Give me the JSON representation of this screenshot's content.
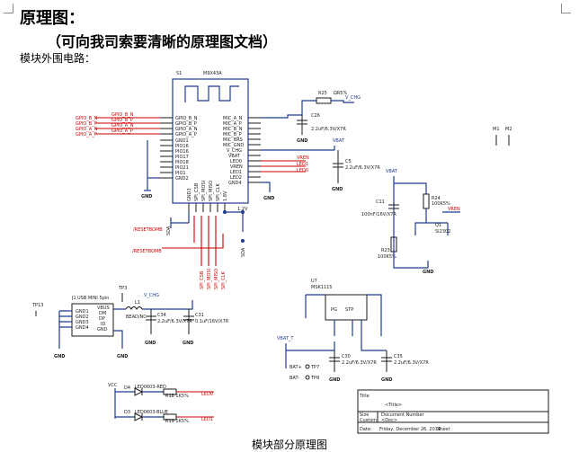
{
  "document": {
    "title": "原理图：",
    "subtitle": "（可向我司索要清晰的原理图文档）",
    "intro": "模块外围电路：",
    "caption": "模块部分原理图"
  },
  "schematic": {
    "module_ref": "S1",
    "module_part": "M9X43A",
    "module_left_pins": [
      "GPIO_B_N",
      "GPIO_B_P",
      "GPIO_A_N",
      "GPIO_A_P",
      "GND1",
      "PIO16",
      "PIO16",
      "PIO17",
      "PIO18",
      "PIO21",
      "PIO1",
      "GND2"
    ],
    "module_right_pins": [
      "MIC_A_N",
      "MIC_A_P",
      "MIC_B_N",
      "MIC_B_P",
      "MIC_BRS",
      "MIC_GND",
      "V_CHG",
      "VBAT",
      "LED0",
      "VREN",
      "LED1",
      "LED2",
      "GND4"
    ],
    "module_bottom_pins": [
      "GND3",
      "SPI_CSB",
      "SPI_MOSI",
      "SPI_MISO",
      "SPI_CLK",
      "1.8V"
    ],
    "left_net_labels": [
      "GPIO_B_N",
      "GPIO_B_P",
      "GPIO_A_N",
      "GPIO_A_P"
    ],
    "right_net_labels": [
      "VREN",
      "LED1",
      "LED0"
    ],
    "gnd_label": "GND",
    "vbat_label": "VBAT",
    "vchg_label": "V_CHG",
    "vren_label": "VREN",
    "label_12v": "1.2V",
    "label_sda": "SDA",
    "reset_label": "/RESETBOMB",
    "spi_labels": [
      "SPI_CSB",
      "SPI_MOSI",
      "SPI_MISO",
      "SPI_CLK"
    ],
    "r25_ref": "R25",
    "r25_value": "ΩR5%",
    "c26_ref": "C26",
    "c26_value": "2.2uF/6.3V/X7R",
    "c5_ref": "C5",
    "c5_value": "2.2uF/6.3V/X7R",
    "m1_ref": "M1",
    "m2_ref": "M2",
    "c11_ref": "C11",
    "c11_value": "100nF/16V/X7R",
    "r24_ref": "R24",
    "r24_value": "100K5%",
    "r23_ref": "R23",
    "r23_value": "100K5%",
    "q1_ref": "Q1",
    "q1_part": "SI2302",
    "j1_ref": "J1",
    "j1_part": "USB MINI 5pin",
    "j1_pins": [
      "VBUS",
      "DM",
      "DP",
      "ID",
      "GND"
    ],
    "j1_gnd_pins": [
      "GND1",
      "GND2",
      "GND3",
      "GND4"
    ],
    "tp13": "TP13",
    "tp3": "TP3",
    "l1_ref": "L1",
    "l1_value": "BEAD/NC",
    "c34_ref": "C34",
    "c34_value": "2.2uF/6.3V/X7R",
    "c31_ref": "C31",
    "c31_value": "0.1uF/16V/X7R",
    "u7_ref": "U7",
    "u7_part": "MSK1115",
    "u7_pins": [
      "PG",
      "STP"
    ],
    "vbat_t_label": "VBAT_T",
    "c30_ref": "C30",
    "c30_value": "2.2uF/6.3V/X7R",
    "c35_ref": "C35",
    "c35_value": "2.2uF/6.3V/X7R",
    "batp_label": "BAT+",
    "batm_label": "BAT-",
    "tp7": "TP7",
    "tp8": "TP8",
    "vcc_label": "VCC",
    "d4_ref": "D4",
    "d4_part": "LED0603-RED",
    "d3_ref": "D3",
    "d3_part": "LED0603-BLUE",
    "r18_label": "R18  1K5%",
    "r19_label": "R19  1K5%",
    "led0_label": "LED0",
    "led1_label": "LED1",
    "tb_title": "Title",
    "tb_title_value": "<Title>",
    "tb_size": "Size",
    "tb_custom": "Custom",
    "tb_docnum": "Document Number",
    "tb_doc": "<Doc>",
    "tb_date_label": "Date:",
    "tb_date": "Friday, December 26, 2014",
    "tb_sheet": "Sheet"
  }
}
